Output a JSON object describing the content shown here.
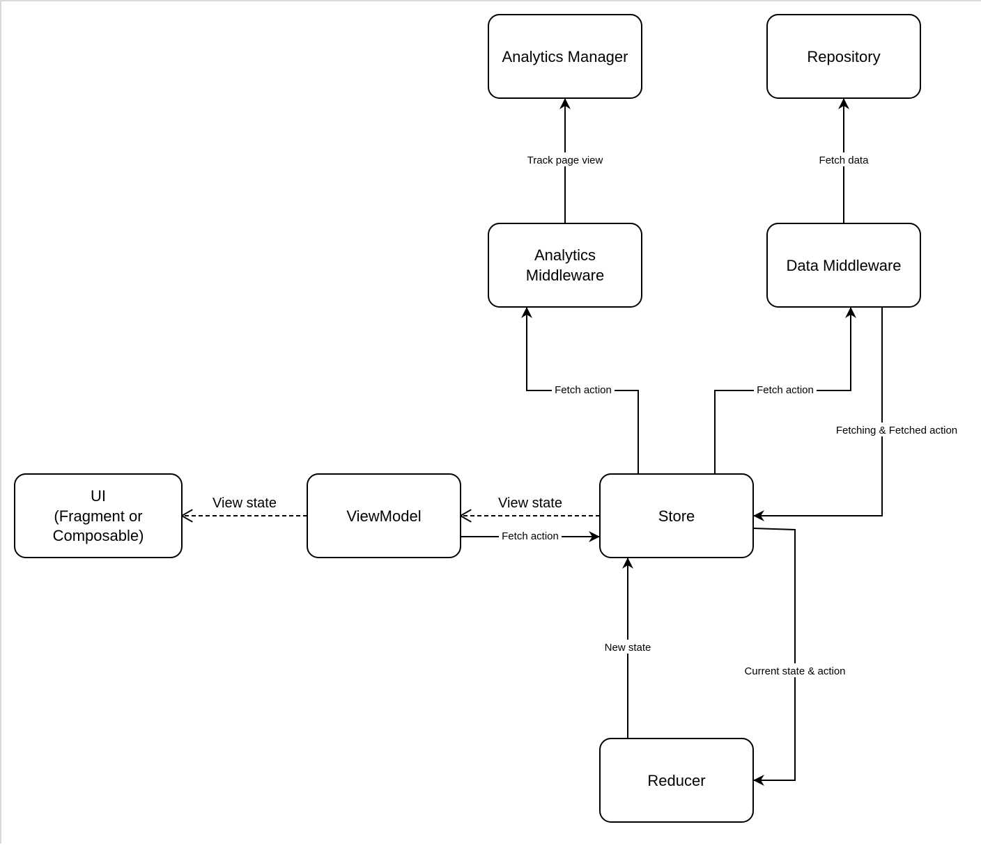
{
  "nodes": {
    "analytics_manager": {
      "lines": [
        "Analytics Manager"
      ]
    },
    "repository": {
      "lines": [
        "Repository"
      ]
    },
    "analytics_middleware": {
      "lines": [
        "Analytics",
        "Middleware"
      ]
    },
    "data_middleware": {
      "lines": [
        "Data Middleware"
      ]
    },
    "ui": {
      "lines": [
        "UI",
        "(Fragment or",
        "Composable)"
      ]
    },
    "viewmodel": {
      "lines": [
        "ViewModel"
      ]
    },
    "store": {
      "lines": [
        "Store"
      ]
    },
    "reducer": {
      "lines": [
        "Reducer"
      ]
    }
  },
  "edges": {
    "track_page_view": "Track page view",
    "fetch_data": "Fetch data",
    "fetch_action_analytics": "Fetch action",
    "fetch_action_data": "Fetch action",
    "fetching_fetched": "Fetching & Fetched action",
    "view_state_ui": "View state",
    "view_state_vm": "View state",
    "fetch_action_vm": "Fetch action",
    "new_state": "New state",
    "current_state_action": "Current state & action"
  }
}
